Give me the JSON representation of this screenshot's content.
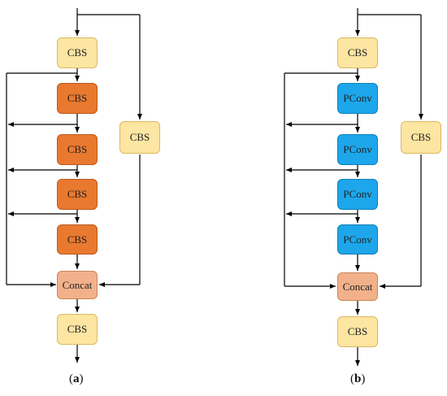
{
  "panel_a": {
    "caption": "(a)",
    "caption_letter": "a",
    "main_nodes": [
      "CBS",
      "CBS",
      "CBS",
      "CBS",
      "CBS",
      "Concat",
      "CBS"
    ],
    "branch_node": "CBS"
  },
  "panel_b": {
    "caption": "(b)",
    "caption_letter": "b",
    "main_nodes": [
      "CBS",
      "PConv",
      "PConv",
      "PConv",
      "PConv",
      "Concat",
      "CBS"
    ],
    "branch_node": "CBS"
  },
  "colors": {
    "cbs": "#fde5a2",
    "cbs_orange": "#e9792f",
    "pconv": "#1da6ea",
    "concat": "#f2b18a",
    "line": "#000000"
  }
}
